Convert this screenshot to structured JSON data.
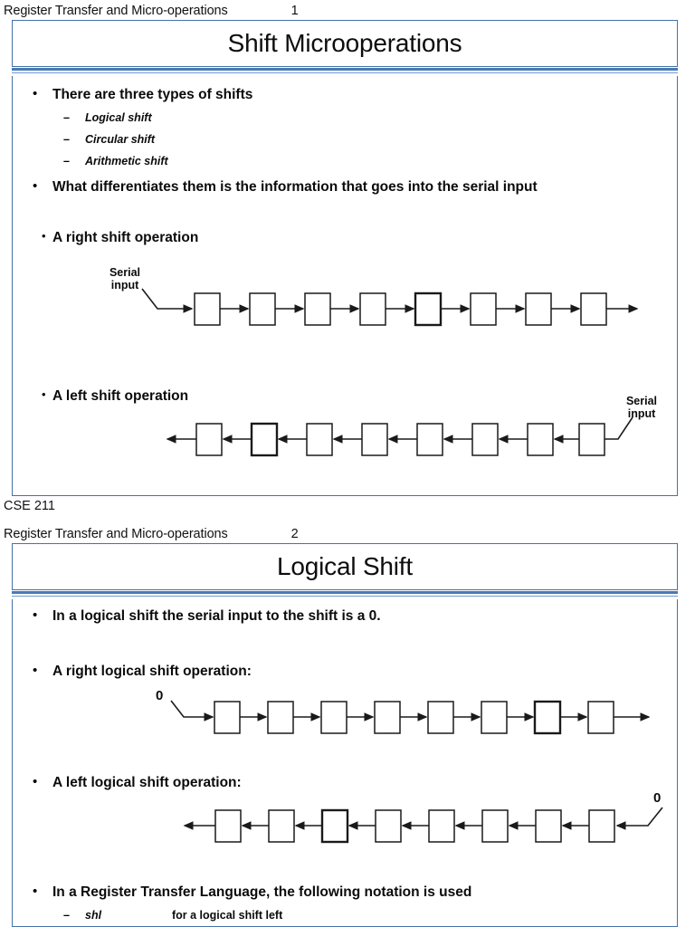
{
  "document": {
    "course_footer": "CSE 211"
  },
  "slides": [
    {
      "header": {
        "text": "Register Transfer and Micro-operations",
        "page": "1"
      },
      "title": "Shift Microoperations",
      "bullets": [
        {
          "level": 1,
          "marker": "•",
          "text": "There are three types of shifts"
        },
        {
          "level": 2,
          "marker": "–",
          "text": "Logical shift"
        },
        {
          "level": 2,
          "marker": "–",
          "text": "Circular shift"
        },
        {
          "level": 2,
          "marker": "–",
          "text": "Arithmetic shift"
        },
        {
          "level": 1,
          "marker": "•",
          "text": "What differentiates them is the information that goes into the serial input"
        },
        {
          "level": 1,
          "marker": "•",
          "text": "A right shift operation"
        },
        {
          "level": 1,
          "marker": "•",
          "text": "A left shift operation"
        }
      ],
      "diagrams": [
        {
          "name": "right-shift-diagram",
          "direction": "right",
          "boxes": 8,
          "label": "Serial\ninput",
          "label_line1": "Serial",
          "label_line2": "input"
        },
        {
          "name": "left-shift-diagram",
          "direction": "left",
          "boxes": 8,
          "label_line1": "Serial",
          "label_line2": "input"
        }
      ]
    },
    {
      "header": {
        "text": "Register Transfer and Micro-operations",
        "page": "2"
      },
      "title": "Logical Shift",
      "bullets": [
        {
          "level": 1,
          "marker": "•",
          "text": "In a logical shift the serial input to the shift is a 0."
        },
        {
          "level": 1,
          "marker": "•",
          "text": "A right logical shift operation:"
        },
        {
          "level": 1,
          "marker": "•",
          "text": "A left logical shift operation:"
        },
        {
          "level": 1,
          "marker": "•",
          "text": "In a Register Transfer Language, the following notation is used"
        }
      ],
      "notation": [
        {
          "marker": "–",
          "term": "shl",
          "meaning": "for a logical shift left"
        }
      ],
      "diagrams": [
        {
          "name": "right-logical-shift-diagram",
          "direction": "right",
          "boxes": 8,
          "label": "0"
        },
        {
          "name": "left-logical-shift-diagram",
          "direction": "left",
          "boxes": 8,
          "label": "0"
        }
      ]
    }
  ],
  "colors": {
    "slide_border": "#4472a8",
    "rule_thick": "#4a7ab5",
    "rule_thin": "#6f9bd1",
    "text": "#0b0b0b",
    "diagram_stroke": "#1a1a1a"
  }
}
